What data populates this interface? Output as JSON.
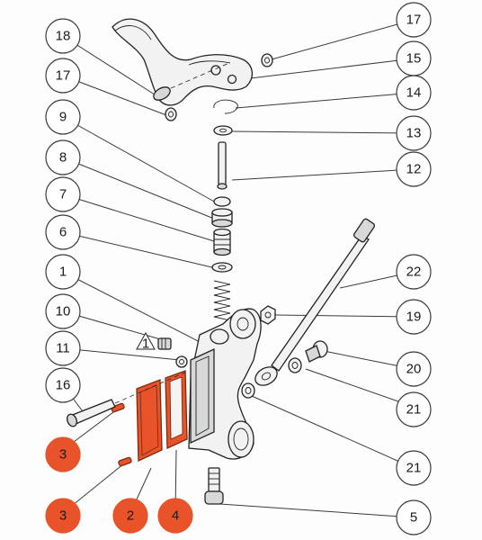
{
  "callouts": [
    {
      "id": "c17a",
      "label": "17",
      "highlight": false
    },
    {
      "id": "c15",
      "label": "15",
      "highlight": false
    },
    {
      "id": "c14",
      "label": "14",
      "highlight": false
    },
    {
      "id": "c13",
      "label": "13",
      "highlight": false
    },
    {
      "id": "c12",
      "label": "12",
      "highlight": false
    },
    {
      "id": "c18",
      "label": "18",
      "highlight": false
    },
    {
      "id": "c17b",
      "label": "17",
      "highlight": false
    },
    {
      "id": "c9",
      "label": "9",
      "highlight": false
    },
    {
      "id": "c8",
      "label": "8",
      "highlight": false
    },
    {
      "id": "c7",
      "label": "7",
      "highlight": false
    },
    {
      "id": "c6",
      "label": "6",
      "highlight": false
    },
    {
      "id": "c1",
      "label": "1",
      "highlight": false
    },
    {
      "id": "c10",
      "label": "10",
      "highlight": false
    },
    {
      "id": "c11",
      "label": "11",
      "highlight": false
    },
    {
      "id": "c16",
      "label": "16",
      "highlight": false
    },
    {
      "id": "c3a",
      "label": "3",
      "highlight": true
    },
    {
      "id": "c3b",
      "label": "3",
      "highlight": true
    },
    {
      "id": "c2",
      "label": "2",
      "highlight": true
    },
    {
      "id": "c4",
      "label": "4",
      "highlight": true
    },
    {
      "id": "c22",
      "label": "22",
      "highlight": false
    },
    {
      "id": "c19",
      "label": "19",
      "highlight": false
    },
    {
      "id": "c20",
      "label": "20",
      "highlight": false
    },
    {
      "id": "c21a",
      "label": "21",
      "highlight": false
    },
    {
      "id": "c21b",
      "label": "21",
      "highlight": false
    },
    {
      "id": "c5",
      "label": "5",
      "highlight": false
    }
  ],
  "warning_mark": "1",
  "colors": {
    "highlight": "#e8532a",
    "line": "#222222",
    "paper": "#fdfdfd"
  }
}
